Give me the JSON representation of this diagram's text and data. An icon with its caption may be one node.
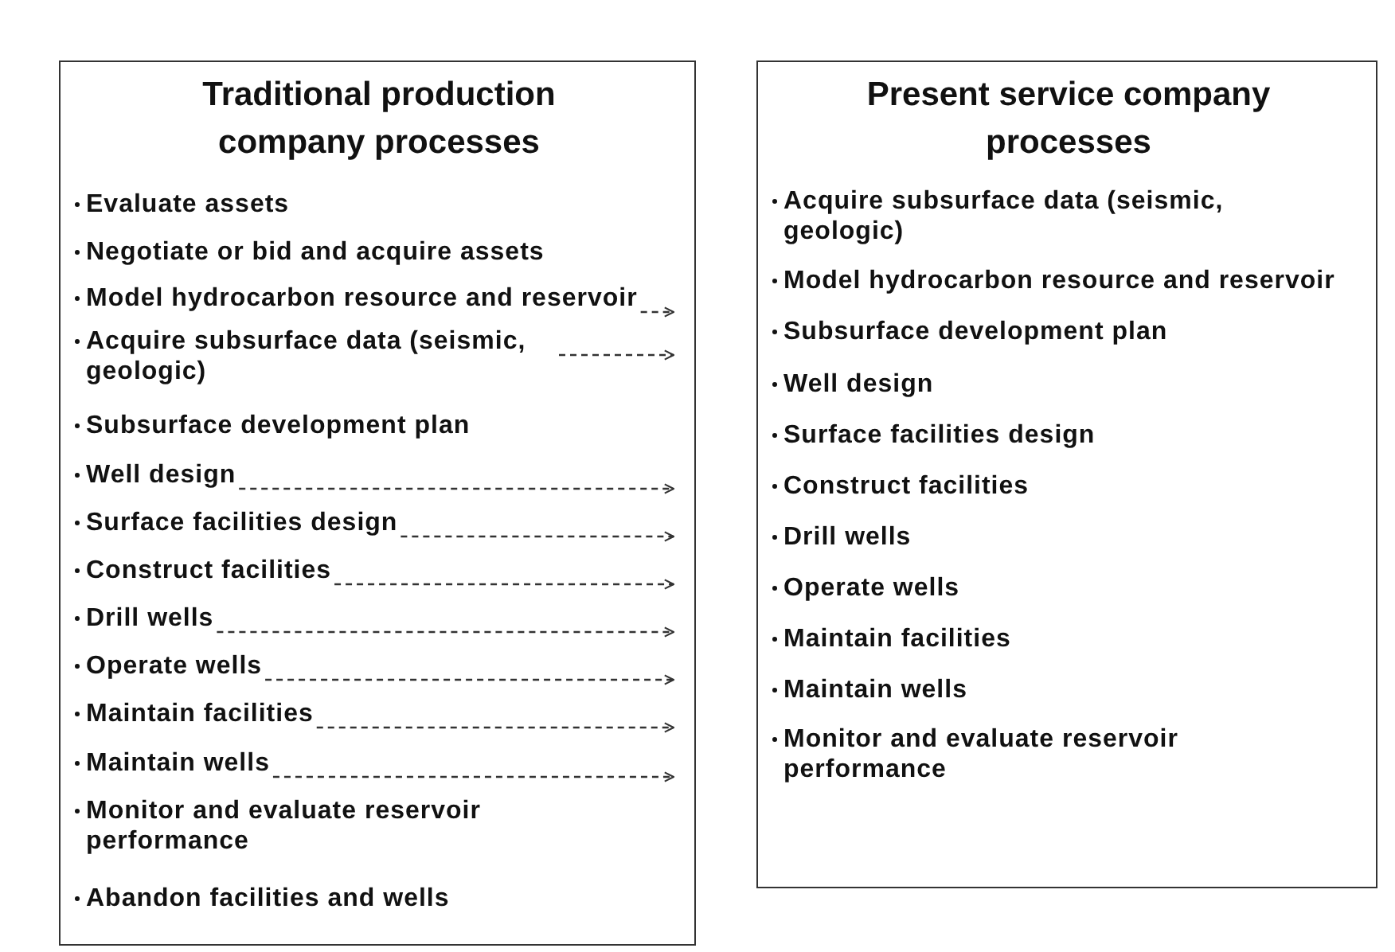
{
  "diagram": {
    "nodes": [
      {
        "text": [
          "Traditional production company processes"
        ]
      },
      {
        "text": [
          "Evaluate assets"
        ],
        "in": 0
      },
      {
        "text": [
          "Negotiate or bid and acquire assets"
        ],
        "in": 0
      },
      {
        "text": [
          "Model hydrocarbon resource and reservoir"
        ],
        "in": 0
      },
      {
        "text": [
          "Acquire subsurface data (seismic, geologic)"
        ],
        "in": 0
      },
      {
        "text": [
          "Subsurface development plan"
        ],
        "in": 0
      },
      {
        "text": [
          "Well design"
        ],
        "in": 0
      },
      {
        "text": [
          "Surface facilities design"
        ],
        "in": 0
      },
      {
        "text": [
          "Construct facilities"
        ],
        "in": 0
      },
      {
        "text": [
          "Drill wells"
        ],
        "in": 0
      },
      {
        "text": [
          "Operate wells"
        ],
        "in": 0
      },
      {
        "text": [
          "Maintain facilities"
        ],
        "in": 0
      },
      {
        "text": [
          "Maintain wells"
        ],
        "in": 0
      },
      {
        "text": [
          "Monitor and evaluate reservoir performance"
        ],
        "in": 0
      },
      {
        "text": [
          "Abandon facilities and wells"
        ],
        "in": 0
      },
      {
        "text": [
          "Present service company processes"
        ]
      },
      {
        "text": [
          "Acquire subsurface data (seismic, geologic)"
        ],
        "in": 15
      },
      {
        "text": [
          "Model hydrocarbon resource and reservoir"
        ],
        "in": 15
      },
      {
        "text": [
          "Subsurface development plan"
        ],
        "in": 15
      },
      {
        "text": [
          "Well design"
        ],
        "in": 15
      },
      {
        "text": [
          "Surface facilities design"
        ],
        "in": 15
      },
      {
        "text": [
          "Construct facilities"
        ],
        "in": 15
      },
      {
        "text": [
          "Drill wells"
        ],
        "in": 15
      },
      {
        "text": [
          "Operate wells"
        ],
        "in": 15
      },
      {
        "text": [
          "Maintain facilities"
        ],
        "in": 15
      },
      {
        "text": [
          "Maintain wells"
        ],
        "in": 15
      },
      {
        "text": [
          "Monitor and evaluate reservoir performance"
        ],
        "in": 15
      }
    ],
    "edges": [
      {
        "from": 3,
        "to": null,
        "arrow": "to",
        "style": "dashed"
      },
      {
        "from": 4,
        "to": null,
        "arrow": "to",
        "style": "dashed"
      },
      {
        "from": 6,
        "to": null,
        "arrow": "to",
        "style": "dashed"
      },
      {
        "from": 7,
        "to": null,
        "arrow": "to",
        "style": "dashed"
      },
      {
        "from": 8,
        "to": null,
        "arrow": "to",
        "style": "dashed"
      },
      {
        "from": 9,
        "to": null,
        "arrow": "to",
        "style": "dashed"
      },
      {
        "from": 10,
        "to": null,
        "arrow": "to",
        "style": "dashed"
      },
      {
        "from": 11,
        "to": null,
        "arrow": "to",
        "style": "dashed"
      },
      {
        "from": 12,
        "to": null,
        "arrow": "to",
        "style": "dashed"
      }
    ]
  }
}
